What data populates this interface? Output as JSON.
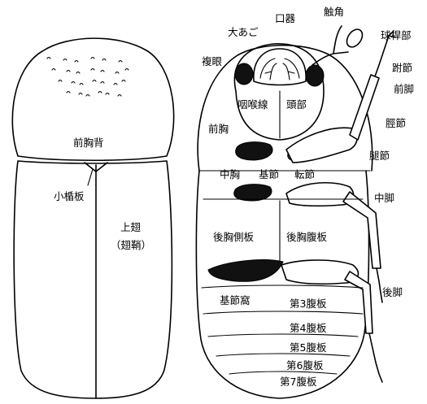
{
  "dorsal_view": {
    "pronotum": "前胸背",
    "scutellum": "小楯板",
    "elytra": "上翅",
    "elytra_alt": "（翅鞘）"
  },
  "ventral_view": {
    "mandible": "大あご",
    "mouthparts": "口器",
    "antenna": "触角",
    "club": "球桿部",
    "compound_eye": "複眼",
    "tarsus": "跗節",
    "foreleg": "前脚",
    "gula": "咽喉線",
    "head": "頭部",
    "tibia": "脛節",
    "prothorax": "前胸",
    "femur": "腿節",
    "mesothorax": "中胸",
    "coxa": "基節",
    "trochanter": "転節",
    "midleg": "中脚",
    "metepisternum": "後胸側板",
    "metasternum": "後胸腹板",
    "coxal_cavity": "基節窩",
    "hindleg": "後脚",
    "sternite_3": "第3腹板",
    "sternite_4": "第4腹板",
    "sternite_5": "第5腹板",
    "sternite_6": "第6腹板",
    "sternite_7": "第7腹板"
  }
}
